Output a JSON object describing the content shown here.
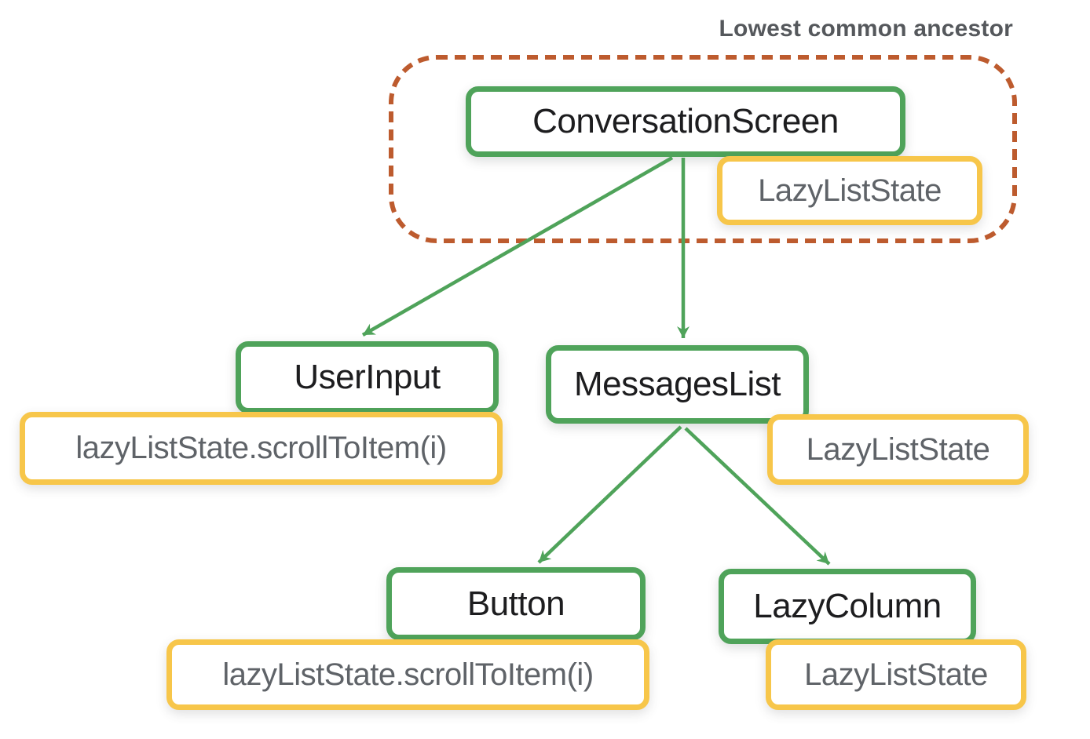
{
  "diagram": {
    "type": "tree",
    "annotation": {
      "label": "Lowest common ancestor"
    },
    "colors": {
      "node_border_green": "#4fa35a",
      "state_border_yellow": "#f7c64a",
      "ancestor_region_dash": "#bd5b2e",
      "node_text": "#1d1d1f",
      "state_text": "#5f6368",
      "annotation_text": "#55585c",
      "background": "#ffffff"
    },
    "nodes": {
      "conversation": {
        "label": "ConversationScreen"
      },
      "userInput": {
        "label": "UserInput"
      },
      "messagesList": {
        "label": "MessagesList"
      },
      "button": {
        "label": "Button"
      },
      "lazyColumn": {
        "label": "LazyColumn"
      }
    },
    "states": {
      "top": {
        "label": "LazyListState",
        "attached_to": "ConversationScreen"
      },
      "scrollLeft": {
        "label": "lazyListState.scrollToItem(i)",
        "attached_to": "UserInput"
      },
      "mid": {
        "label": "LazyListState",
        "attached_to": "MessagesList"
      },
      "scrollBottom": {
        "label": "lazyListState.scrollToItem(i)",
        "attached_to": "Button"
      },
      "bottom": {
        "label": "LazyListState",
        "attached_to": "LazyColumn"
      }
    },
    "edges": [
      {
        "from": "ConversationScreen",
        "to": "UserInput"
      },
      {
        "from": "ConversationScreen",
        "to": "MessagesList"
      },
      {
        "from": "MessagesList",
        "to": "Button"
      },
      {
        "from": "MessagesList",
        "to": "LazyColumn"
      }
    ],
    "ancestor_region_contains": [
      "ConversationScreen",
      "LazyListState"
    ]
  }
}
